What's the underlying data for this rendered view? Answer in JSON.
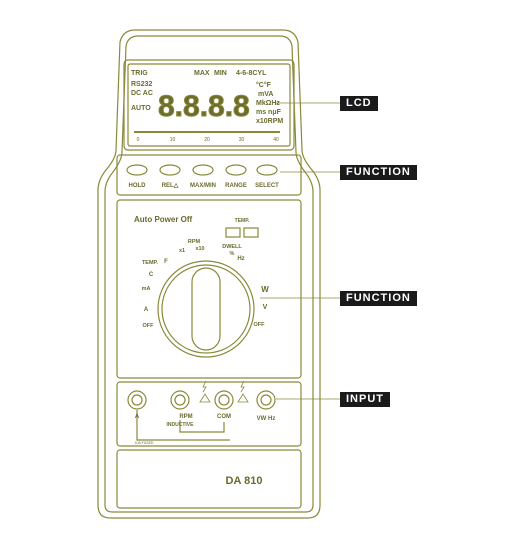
{
  "callouts": {
    "lcd": "LCD",
    "function_buttons": "FUNCTION",
    "function_dial": "FUNCTION",
    "input": "INPUT"
  },
  "lcd": {
    "top_row": "TRIG",
    "max": "MAX",
    "min": "MIN",
    "cyl": "4-6-8CYL",
    "rs232": "RS232",
    "dc_ac": "DC AC",
    "auto": "AUTO",
    "temp_unit": "°C°F",
    "units_a": "mVA",
    "units_b": "MkΩHz",
    "units_c": "ms nμF",
    "units_d": "x10RPM",
    "digits": "8.8.8.8",
    "scale": [
      "0",
      "10",
      "20",
      "30",
      "40"
    ]
  },
  "buttons": [
    "HOLD",
    "REL△",
    "MAX/MIN",
    "RANGE",
    "SELECT"
  ],
  "dial": {
    "auto_power_off": "Auto Power Off",
    "temp_box": "TEMP.",
    "dwell": "DWELL",
    "percent": "%",
    "rpm": "RPM",
    "x1": "x1",
    "x10": "x10",
    "temp": "TEMP.",
    "f": "F",
    "c": "C",
    "ma": "mA",
    "a": "A",
    "off_left": "OFF",
    "hz": "Hz",
    "ohm": "W",
    "v": "V",
    "off_right": "OFF"
  },
  "jacks": {
    "a": "A",
    "rpm_inductive_1": "RPM",
    "rpm_inductive_2": "INDUCTIVE",
    "com": "COM",
    "vohm": "VW Hz",
    "fused": "10A FUSED"
  },
  "model": "DA 810",
  "colors": {
    "outline": "#6b6b2e",
    "tag_bg": "#1a1a1a",
    "tag_fg": "#ffffff"
  }
}
